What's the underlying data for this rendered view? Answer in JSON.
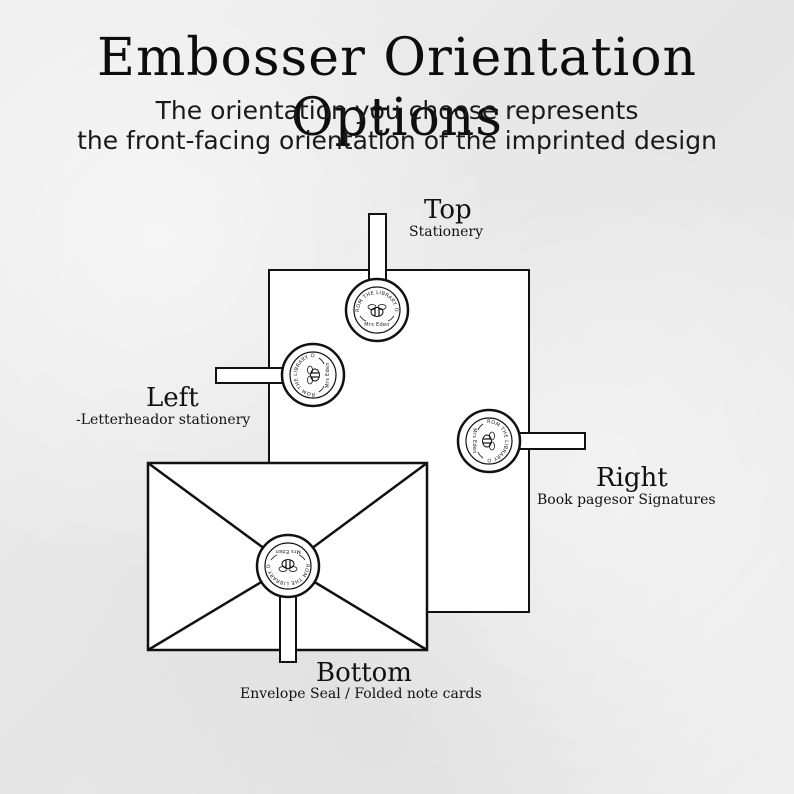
{
  "title": "Embosser Orientation Options",
  "subtitle": {
    "line1": "The orientation you choose represents",
    "line2": "the front-facing orientation of the imprinted design"
  },
  "orientations": {
    "top": {
      "label": "Top",
      "description": "Stationery"
    },
    "left": {
      "label": "Left",
      "description": "-Letterheador stationery"
    },
    "right": {
      "label": "Right",
      "description": "Book pagesor Signatures"
    },
    "bottom": {
      "label": "Bottom",
      "description": "Envelope Seal / Folded note cards"
    }
  },
  "seal": {
    "arc_text": "FROM THE LIBRARY OF",
    "name": "Mrs Eden",
    "icon": "bee-icon"
  },
  "colors": {
    "line": "#111111",
    "paper": "#ffffff"
  }
}
